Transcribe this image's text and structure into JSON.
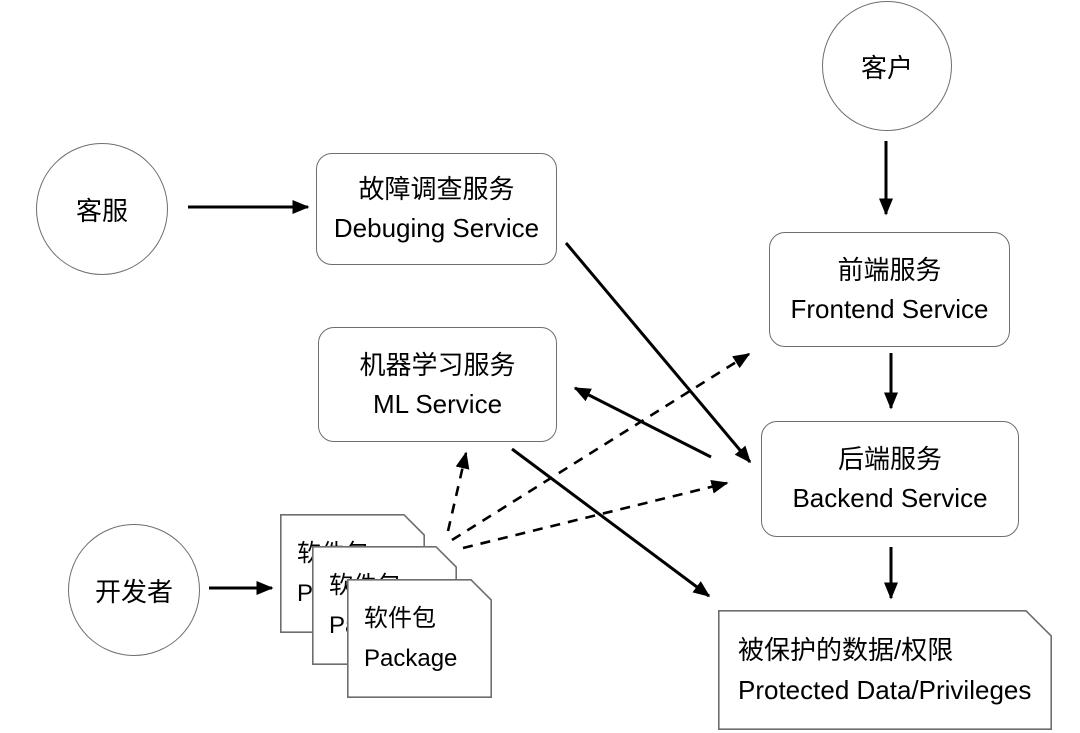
{
  "actors": {
    "customer_service": {
      "label": "客服"
    },
    "customer": {
      "label": "客户"
    },
    "developer": {
      "label": "开发者"
    }
  },
  "nodes": {
    "debugging": {
      "title_zh": "故障调查服务",
      "title_en": "Debuging Service"
    },
    "ml": {
      "title_zh": "机器学习服务",
      "title_en": "ML Service"
    },
    "frontend": {
      "title_zh": "前端服务",
      "title_en": "Frontend Service"
    },
    "backend": {
      "title_zh": "后端服务",
      "title_en": "Backend Service"
    },
    "package": {
      "title_zh": "软件包",
      "title_en": "Package"
    },
    "protected": {
      "title_zh": "被保护的数据/权限",
      "title_en": "Protected Data/Privileges"
    }
  },
  "edges": [
    {
      "from": "customer-service",
      "to": "debugging-service",
      "style": "solid",
      "points": [
        188,
        207,
        308,
        207
      ]
    },
    {
      "from": "developer",
      "to": "package",
      "style": "solid",
      "points": [
        209,
        588,
        272,
        588
      ]
    },
    {
      "from": "customer",
      "to": "frontend-service",
      "style": "solid",
      "points": [
        886,
        141,
        886,
        214
      ]
    },
    {
      "from": "frontend-service",
      "to": "backend-service",
      "style": "solid",
      "points": [
        891,
        353,
        891,
        408
      ]
    },
    {
      "from": "backend-service",
      "to": "protected-data",
      "style": "solid",
      "points": [
        891,
        547,
        891,
        598
      ]
    },
    {
      "from": "debugging-service",
      "to": "backend-service",
      "style": "solid",
      "points": [
        566,
        243,
        750,
        462
      ]
    },
    {
      "from": "backend-service",
      "to": "ml-service",
      "style": "solid",
      "points": [
        711,
        457,
        575,
        388
      ]
    },
    {
      "from": "ml-service",
      "to": "protected-data",
      "style": "solid",
      "points": [
        512,
        449,
        709,
        596
      ]
    },
    {
      "from": "package",
      "to": "ml-service",
      "style": "dashed",
      "points": [
        448,
        531,
        466,
        453
      ]
    },
    {
      "from": "package",
      "to": "frontend-service",
      "style": "dashed",
      "points": [
        452,
        540,
        749,
        354
      ]
    },
    {
      "from": "package",
      "to": "backend-service",
      "style": "dashed",
      "points": [
        463,
        548,
        727,
        483
      ]
    }
  ],
  "colors": {
    "background": "#ffffff",
    "shape_border": "#6e6e6e",
    "arrow": "#000000",
    "text": "#000000"
  }
}
